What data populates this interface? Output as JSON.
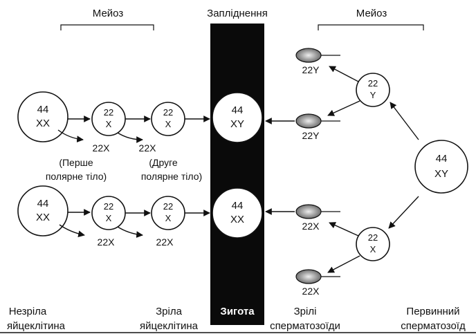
{
  "headers": {
    "meiosis_left": "Мейоз",
    "fertilization": "Запліднення",
    "meiosis_right": "Мейоз"
  },
  "cells": {
    "immature_egg_top": [
      "44",
      "XX"
    ],
    "immature_egg_bottom": [
      "44",
      "XX"
    ],
    "egg_meiosis1_top": [
      "22",
      "X"
    ],
    "egg_meiosis2_top": [
      "22",
      "X"
    ],
    "egg_meiosis1_bottom": [
      "22",
      "X"
    ],
    "egg_meiosis2_bottom": [
      "22",
      "X"
    ],
    "zygote_top": [
      "44",
      "XY"
    ],
    "zygote_bottom": [
      "44",
      "XX"
    ],
    "primary_spermatocyte": [
      "44",
      "XY"
    ],
    "secondary_spermatocyte_y": [
      "22",
      "Y"
    ],
    "secondary_spermatocyte_x": [
      "22",
      "X"
    ]
  },
  "polar_bodies": {
    "first_top": [
      "22X",
      "(Перше",
      "полярне тіло)"
    ],
    "second_top": [
      "22X",
      "(Друге",
      "полярне тіло)"
    ],
    "first_bottom": "22X",
    "second_bottom": "22X"
  },
  "sperm_labels": [
    "22Y",
    "22Y",
    "22X",
    "22X"
  ],
  "footer": {
    "immature_egg": [
      "Незріла",
      "яйцеклітина"
    ],
    "mature_egg": [
      "Зріла",
      "яйцеклітина"
    ],
    "zygote": "Зигота",
    "mature_sperm": [
      "Зрілі",
      "сперматозоїди"
    ],
    "primary_sperm": [
      "Первинний",
      "сперматозоїд"
    ]
  }
}
